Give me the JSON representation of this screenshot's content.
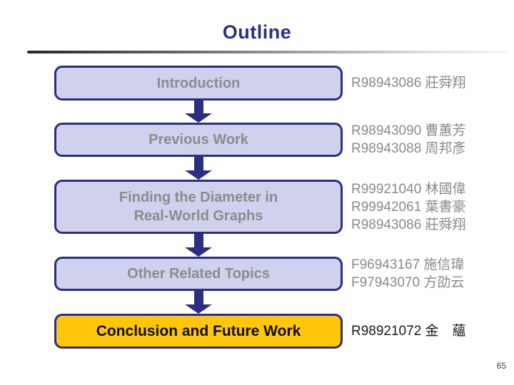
{
  "slide": {
    "title": "Outline",
    "page_number": "65",
    "colors": {
      "title_color": "#2D2D8A",
      "box_fill": "#CFD1ED",
      "box_border": "#2B2E83",
      "box_text": "#8C8C8C",
      "highlight_fill": "#FFC60A",
      "highlight_text": "#0D0D0D",
      "arrow_color": "#2B2E83",
      "names_text": "#8A8A8A",
      "names_text_dark": "#1A1A1A"
    },
    "rows": [
      {
        "label": "Introduction",
        "ids": [
          "R98943086 莊舜翔"
        ]
      },
      {
        "label": "Previous Work",
        "ids": [
          "R98943090 曹蕙芳",
          "R98943088 周邦彥"
        ]
      },
      {
        "label": "Finding the Diameter in\nReal-World Graphs",
        "ids": [
          "R99921040 林國偉",
          "R99942061 葉書豪",
          "R98943086 莊舜翔"
        ]
      },
      {
        "label": "Other Related Topics",
        "ids": [
          "F96943167 施信瑋",
          "F97943070 方劭云"
        ]
      },
      {
        "label": "Conclusion and Future Work",
        "ids": [
          "R98921072 金　蘊"
        ]
      }
    ]
  }
}
